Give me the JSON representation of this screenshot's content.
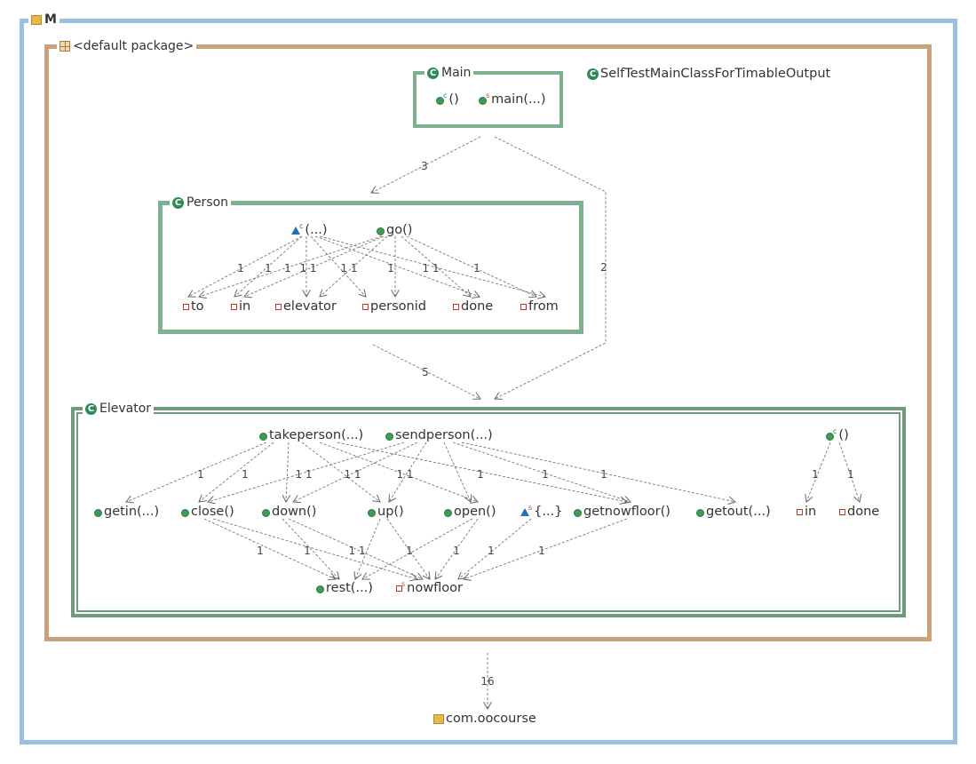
{
  "module": {
    "name": "M"
  },
  "package": {
    "name": "<default package>"
  },
  "classes": {
    "main": {
      "name": "Main",
      "members": [
        "()",
        "main(...)"
      ]
    },
    "person": {
      "name": "Person",
      "methods": [
        "(...)",
        "go()"
      ],
      "fields": [
        "to",
        "in",
        "elevator",
        "personid",
        "done",
        "from"
      ]
    },
    "elevator": {
      "name": "Elevator",
      "top_methods": [
        "takeperson(...)",
        "sendperson(...)"
      ],
      "constructor": "()",
      "mid_members": [
        "getin(...)",
        "close()",
        "down()",
        "up()",
        "open()",
        "{...}",
        "getnowfloor()",
        "getout(...)"
      ],
      "fields": [
        "in",
        "done"
      ],
      "bottom_members": [
        "rest(...)",
        "nowfloor"
      ]
    },
    "selftest": {
      "name": "SelfTestMainClassForTimableOutput"
    }
  },
  "external": {
    "name": "com.oocourse"
  },
  "edge_labels": {
    "main_person": "3",
    "main_elevator": "2",
    "person_elevator": "5",
    "module_ext": "16",
    "one": "1",
    "pair": "1 1"
  },
  "colors": {
    "module_border": "#9bbfe3",
    "package_border": "#c7a27c",
    "class_border": "#7fb08f"
  }
}
